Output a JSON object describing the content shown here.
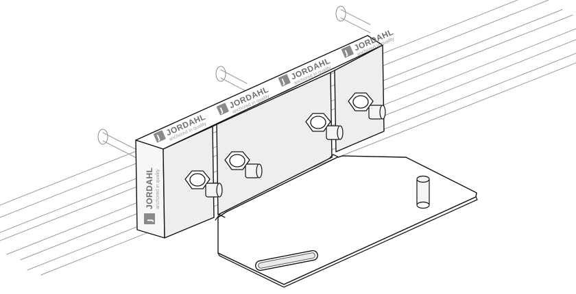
{
  "brand": {
    "name": "JORDAHL",
    "tagline": "anchored in quality",
    "logo_mark": "J"
  },
  "labels": [
    {
      "id": "label-front-face"
    },
    {
      "id": "label-top-1"
    },
    {
      "id": "label-top-2"
    },
    {
      "id": "label-top-3"
    },
    {
      "id": "label-top-4"
    },
    {
      "id": "label-side-face"
    }
  ],
  "colors": {
    "line": "#1a1a1a",
    "rail_line": "#9a9a9a",
    "label_text": "#6e6e6e",
    "background": "#ffffff"
  }
}
